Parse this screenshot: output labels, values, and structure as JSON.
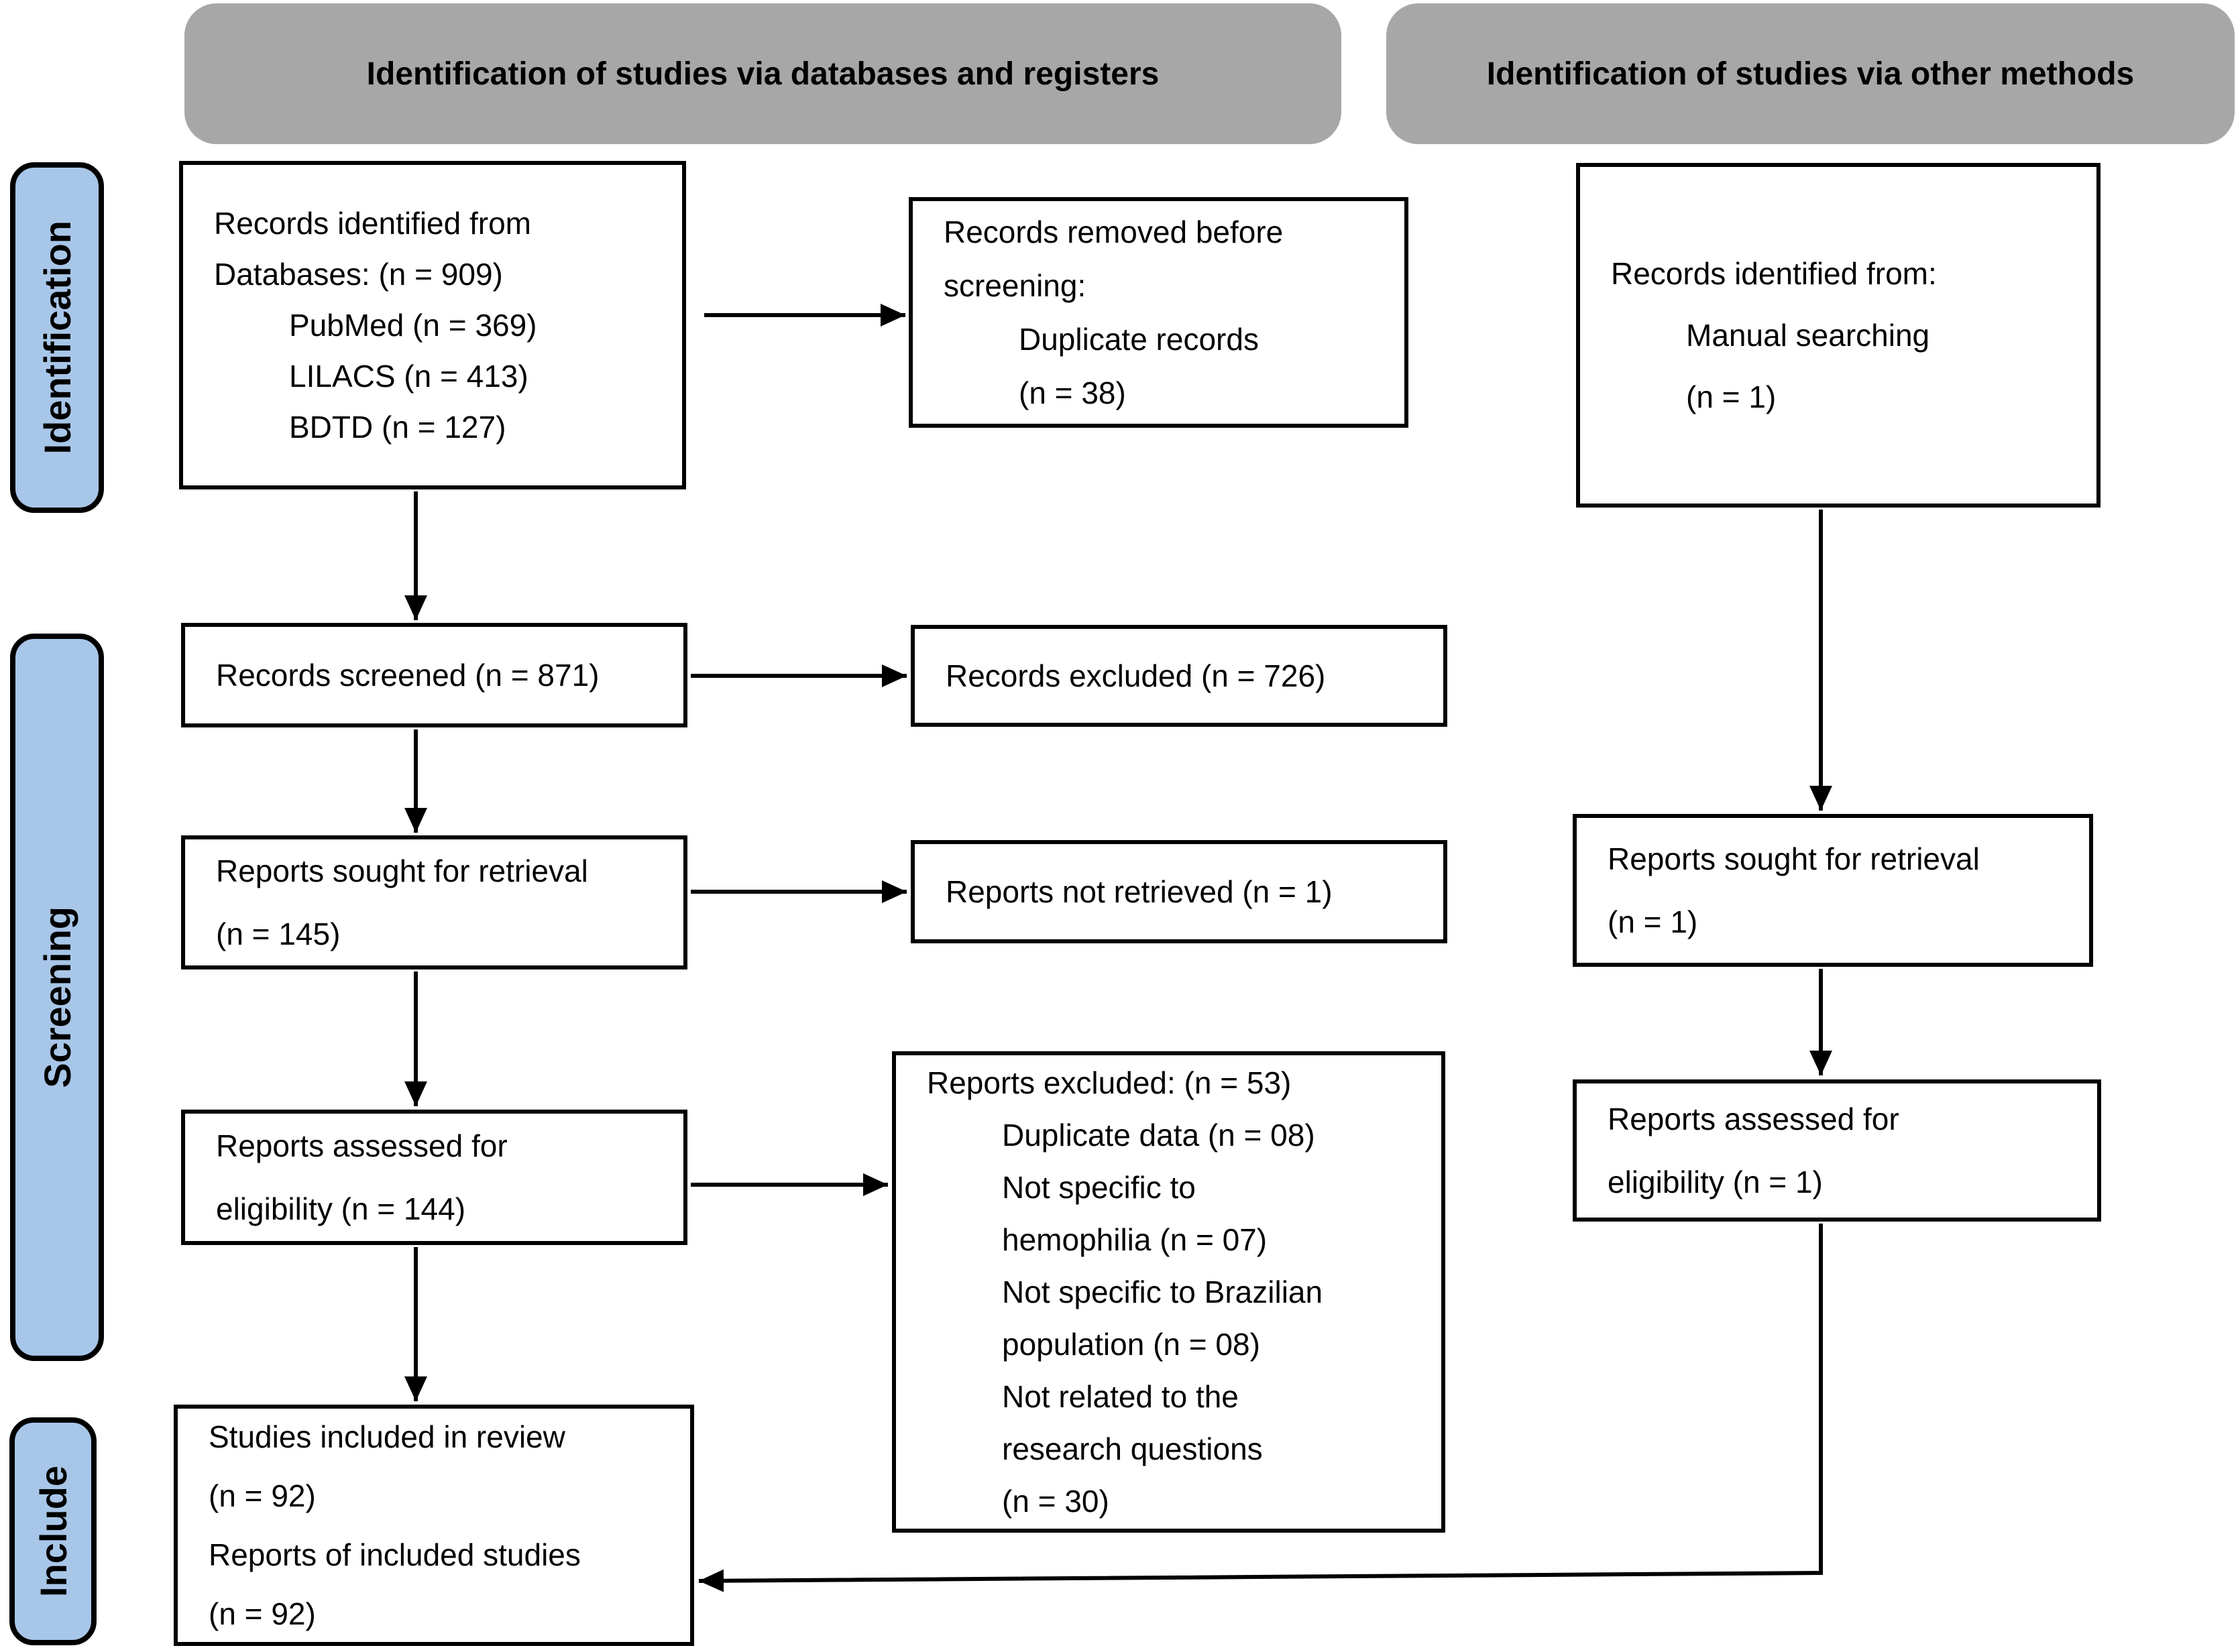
{
  "headers": {
    "databases": "Identification of studies via databases and registers",
    "other": "Identification of studies via other methods"
  },
  "stages": {
    "identification": "Identification",
    "screening": "Screening",
    "include": "Include"
  },
  "boxes": {
    "records_identified_db": {
      "lines": [
        "Records identified from",
        "Databases: (n = 909)",
        "PubMed (n = 369)",
        "LILACS (n = 413)",
        "BDTD (n = 127)"
      ]
    },
    "records_removed": {
      "lines": [
        "Records removed before",
        "screening:",
        "Duplicate records",
        "(n = 38)"
      ]
    },
    "records_identified_other": {
      "lines": [
        "Records identified from:",
        "Manual searching",
        "(n = 1)"
      ]
    },
    "records_screened": {
      "lines": [
        "Records screened (n = 871)"
      ]
    },
    "records_excluded": {
      "lines": [
        "Records excluded (n = 726)"
      ]
    },
    "reports_sought_db": {
      "lines": [
        "Reports sought for retrieval",
        "(n = 145)"
      ]
    },
    "reports_not_retrieved": {
      "lines": [
        "Reports not retrieved (n = 1)"
      ]
    },
    "reports_sought_other": {
      "lines": [
        "Reports sought for retrieval",
        "(n = 1)"
      ]
    },
    "reports_assessed_db": {
      "lines": [
        "Reports assessed for",
        "eligibility (n = 144)"
      ]
    },
    "reports_excluded_detail": {
      "lines": [
        "Reports excluded: (n = 53)",
        "Duplicate data (n = 08)",
        "Not specific to",
        "hemophilia (n = 07)",
        "Not specific to Brazilian",
        "population (n = 08)",
        "Not related to the",
        "research questions",
        "(n = 30)"
      ]
    },
    "reports_assessed_other": {
      "lines": [
        "Reports assessed for",
        "eligibility (n = 1)"
      ]
    },
    "studies_included": {
      "lines": [
        "Studies included in review",
        "(n = 92)",
        "Reports of included studies",
        "(n = 92)"
      ]
    }
  },
  "colors": {
    "header_bg": "#a7a7a7",
    "stage_bg": "#a8c6e8",
    "box_border": "#000000",
    "arrow": "#000000",
    "text": "#000000",
    "background": "#ffffff"
  }
}
